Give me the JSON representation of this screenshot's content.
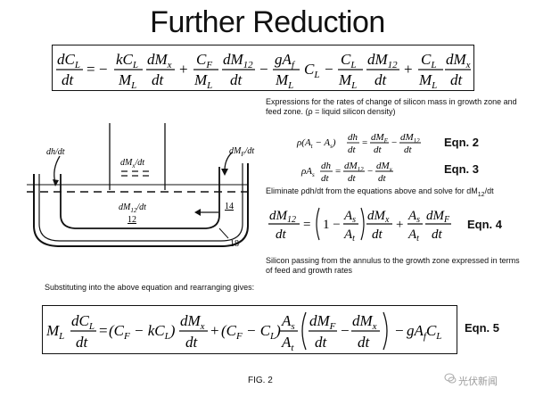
{
  "title": "Further Reduction",
  "main_equation": {
    "lhs_num": "dC",
    "lhs_num_sub": "L",
    "lhs_den": "dt",
    "equals": "= −",
    "t1_num": "kC",
    "t1_num_sub": "L",
    "t1_den": "M",
    "t1_den_sub": "L",
    "t2_num": "dM",
    "t2_num_sub": "x",
    "t2_den": "dt",
    "plus1": "+",
    "t3_num": "C",
    "t3_num_sub": "F",
    "t3_den": "M",
    "t3_den_sub": "L",
    "t4_num": "dM",
    "t4_num_sub": "12",
    "t4_den": "dt",
    "minus1": "−",
    "t5_num": "gA",
    "t5_num_sub": "f",
    "t5_den": "M",
    "t5_den_sub": "L",
    "t5_after": "C",
    "t5_after_sub": "L",
    "minus2": "−",
    "t6_num": "C",
    "t6_num_sub": "L",
    "t6_den": "M",
    "t6_den_sub": "L",
    "t7_num": "dM",
    "t7_num_sub": "12",
    "t7_den": "dt",
    "plus2": "+",
    "t8_num": "C",
    "t8_num_sub": "L",
    "t8_den": "M",
    "t8_den_sub": "L",
    "t9_num": "dM",
    "t9_num_sub": "x",
    "t9_den": "dt"
  },
  "text_expressions": "Expressions for the rates of change of silicon mass in growth zone and feed zone. (ρ = liquid silicon density)",
  "eqn2": {
    "label": "Eqn. 2",
    "lhs": "ρ(A",
    "lhs_sub_t": "t",
    "lhs_mid": " − A",
    "lhs_sub_s": "s",
    "lhs_close": ")",
    "dh": "dh",
    "dt": "dt",
    "eq": "=",
    "dMF": "dM",
    "dMF_sub": "F",
    "minus": "−",
    "dM12": "dM",
    "dM12_sub": "12"
  },
  "eqn3": {
    "label": "Eqn. 3",
    "lhs": "ρA",
    "lhs_sub": "s",
    "dh": "dh",
    "dt": "dt",
    "eq": "=",
    "dM12": "dM",
    "dM12_sub": "12",
    "minus": "−",
    "dMx": "dM",
    "dMx_sub": "x"
  },
  "text_eliminate": "Eliminate ρdh/dt from the equations above and solve for dM",
  "text_eliminate_sub": "12",
  "text_eliminate_tail": "/dt",
  "eqn4": {
    "label": "Eqn. 4",
    "lhs_num": "dM",
    "lhs_num_sub": "12",
    "den": "dt",
    "eq": "=",
    "one_minus": "1 −",
    "As": "A",
    "As_sub": "s",
    "At": "A",
    "At_sub": "t",
    "dMx": "dM",
    "dMx_sub": "x",
    "plus": "+",
    "dMF": "dM",
    "dMF_sub": "F"
  },
  "text_passing": "Silicon passing from the annulus to the growth zone expressed in terms of feed and growth rates",
  "text_substituting": "Substituting into the above equation and rearranging gives:",
  "eqn5": {
    "label": "Eqn. 5",
    "ML": "M",
    "ML_sub": "L",
    "dCL": "dC",
    "dCL_sub": "L",
    "dt": "dt",
    "eq": "=",
    "paren1": "(C",
    "paren1_sub": "F",
    "paren1_mid": " − kC",
    "paren1_sub2": "L",
    "paren1_close": ")",
    "dMx": "dM",
    "dMx_sub": "x",
    "plus": "+",
    "paren2": "(C",
    "paren2_sub": "F",
    "paren2_mid": " − C",
    "paren2_sub2": "L",
    "paren2_close": ")",
    "As": "A",
    "As_sub": "s",
    "At": "A",
    "At_sub": "t",
    "dMF": "dM",
    "dMF_sub": "F",
    "minus": "−",
    "dMx2": "dM",
    "dMx2_sub": "x",
    "minus2": "−",
    "gAf": "gA",
    "gAf_sub": "f",
    "CL": "C",
    "CL_sub": "L"
  },
  "diagram": {
    "label_dhdt": "dh/dt",
    "label_dMx": "dM",
    "label_dMx_sub": "x",
    "label_dMx_tail": "/dt",
    "label_dMF": "dM",
    "label_dMF_sub": "F",
    "label_dMF_tail": "/dt",
    "label_dM12": "dM",
    "label_dM12_sub": "12",
    "label_dM12_tail": "/dt",
    "ref_12": "12",
    "ref_14": "14",
    "ref_18": "18"
  },
  "caption": "FIG. 2",
  "watermark": "光伏新闻"
}
